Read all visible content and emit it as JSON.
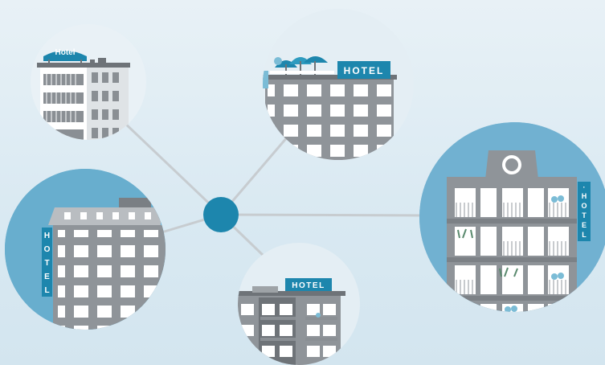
{
  "signs": {
    "top_left": "Hotel",
    "top_center": "HOTEL",
    "bottom_center": "HOTEL",
    "right_vertical": "HOTEL",
    "left_vertical": "HOTEL"
  },
  "colors": {
    "background": "#dde9f1",
    "hub": "#1d86ad",
    "connector": "#c7ccd0",
    "building": "#8f9499",
    "sign": "#1d86ad"
  }
}
